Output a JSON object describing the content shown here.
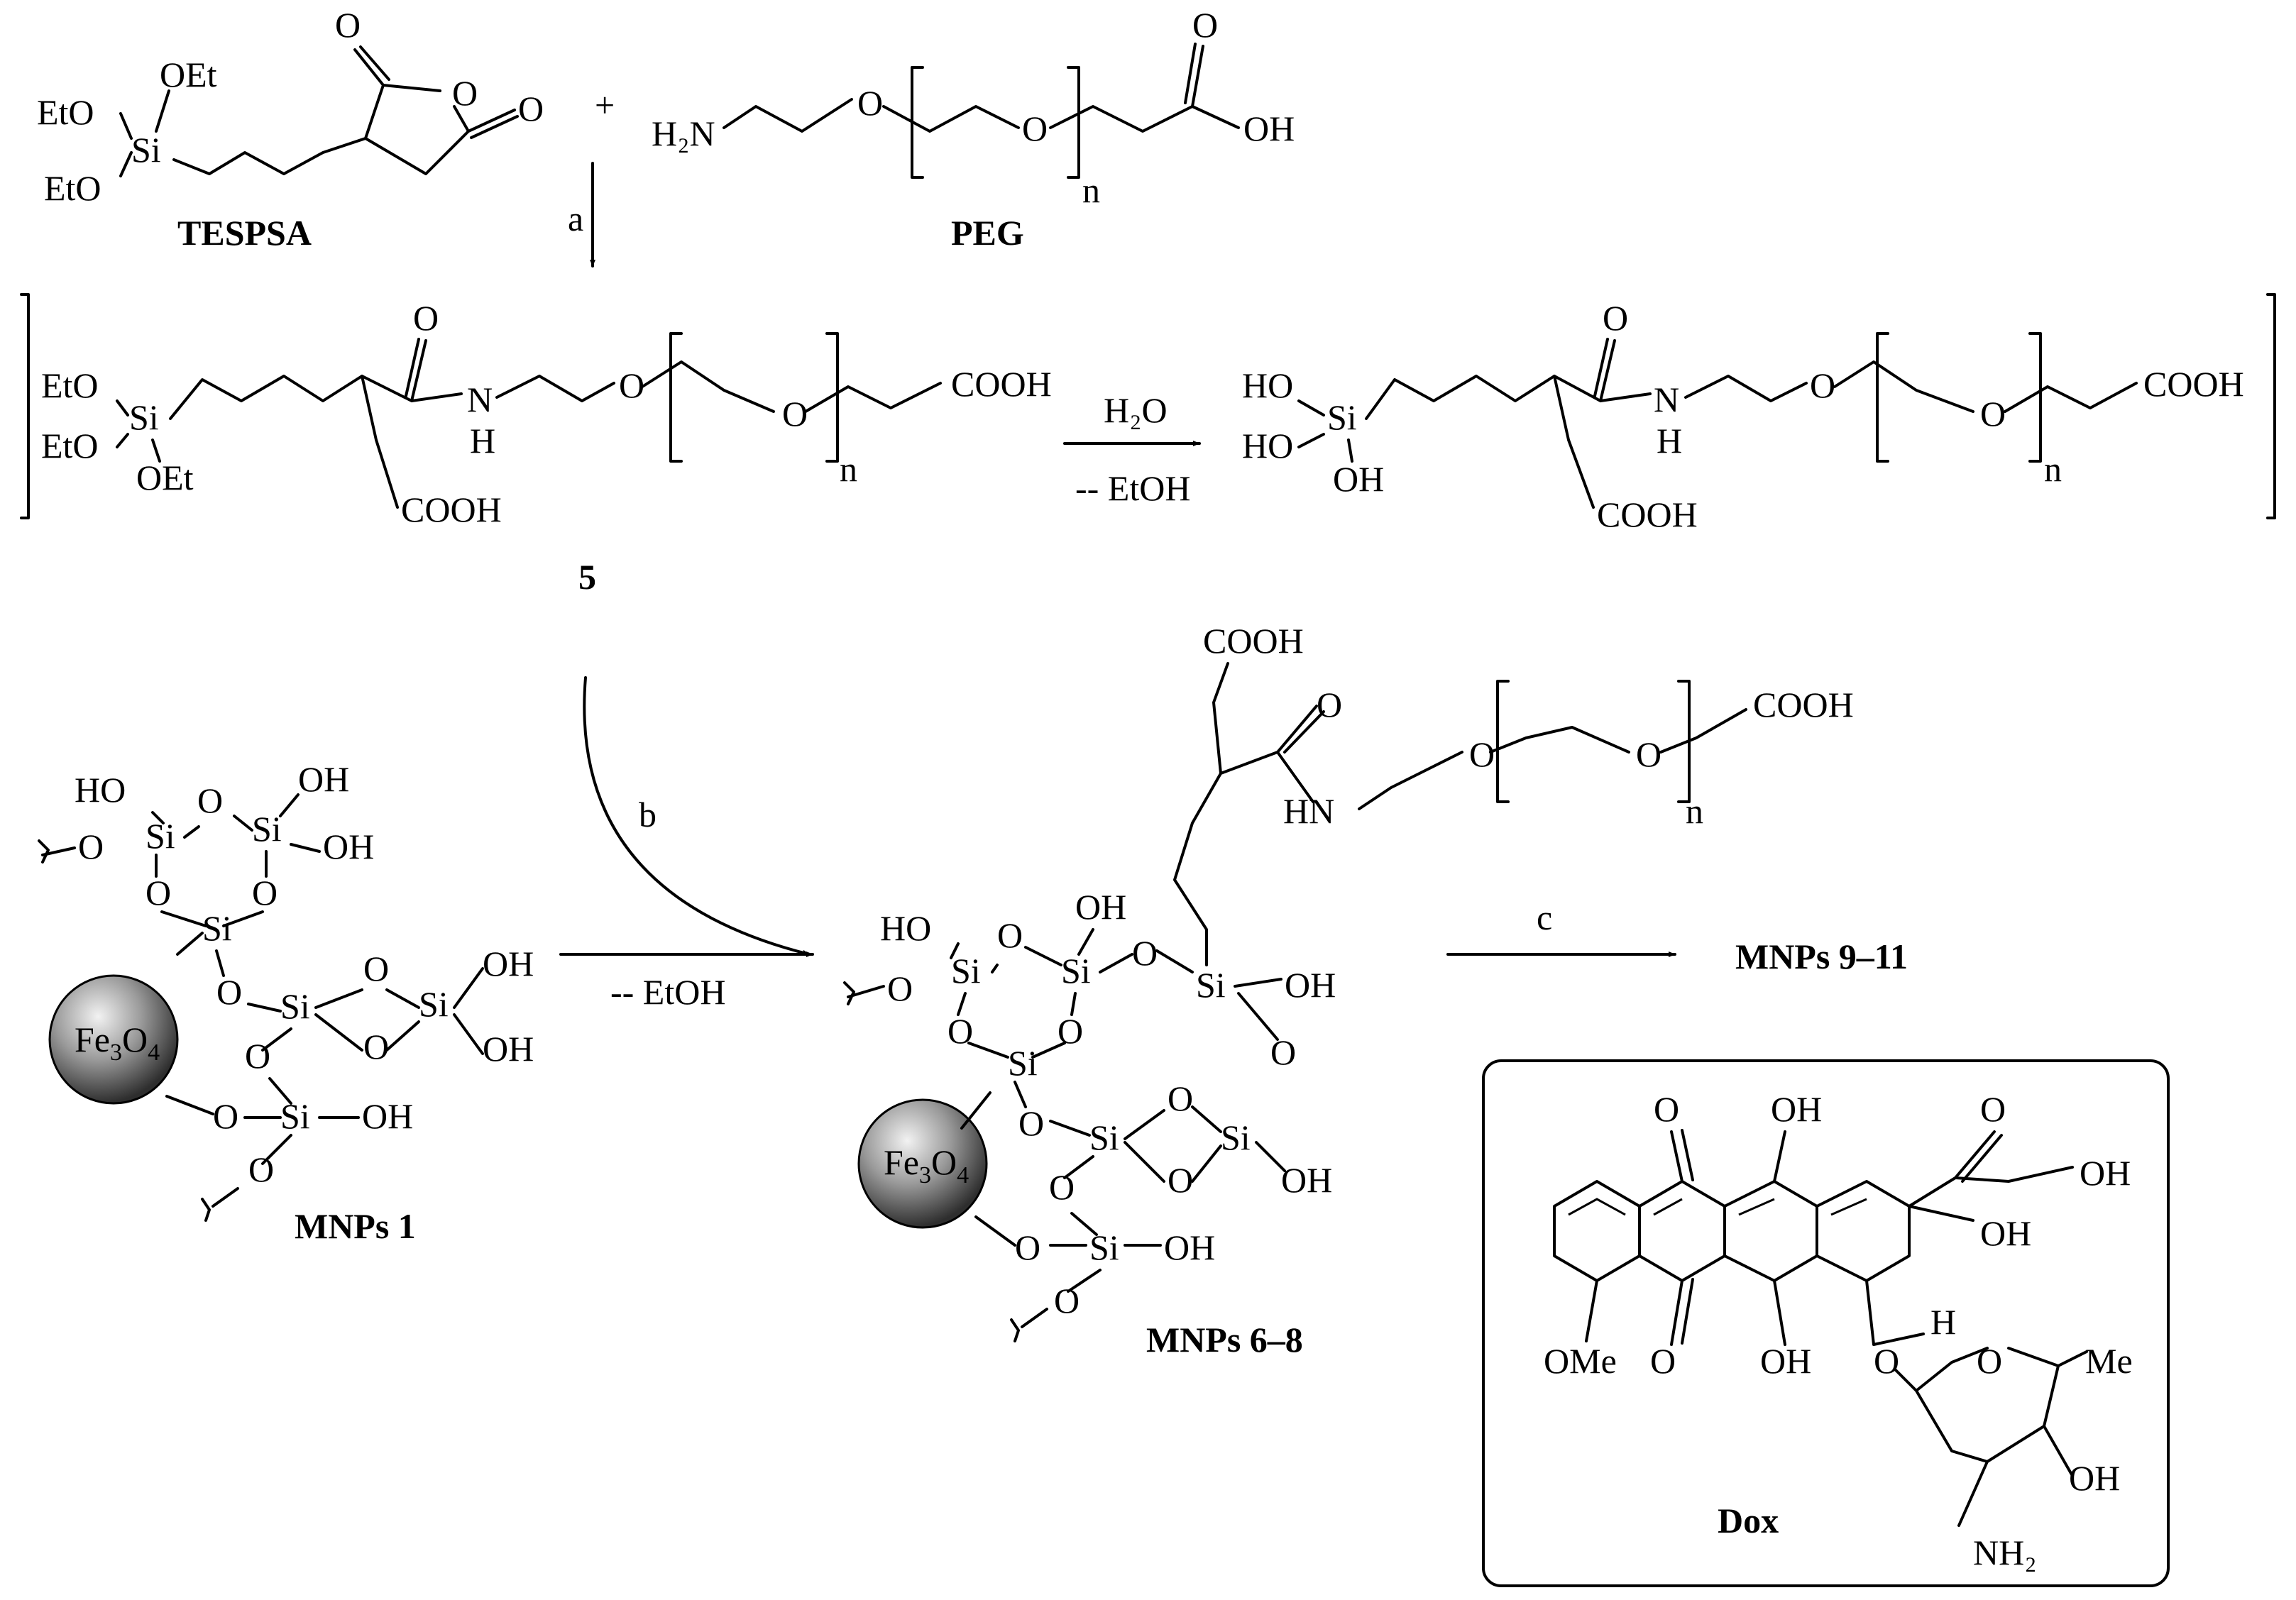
{
  "reagents": {
    "tespsa": {
      "label": "TESPSA",
      "oet_top": "OEt",
      "eto_left": "EtO",
      "si": "Si",
      "eto_bottom": "EtO",
      "o_ring": "O",
      "o_carbonyl_1": "O",
      "o_carbonyl_2": "O"
    },
    "plus": "+",
    "peg": {
      "label": "PEG",
      "h2n": "H₂N",
      "o1": "O",
      "o2": "O",
      "n": "n",
      "oh": "OH",
      "o_carbonyl": "O"
    }
  },
  "steps": {
    "a": "a",
    "b": "b",
    "c": "c"
  },
  "compound5": {
    "label": "5",
    "eto1": "EtO",
    "eto2": "EtO",
    "oet": "OEt",
    "si": "Si",
    "o_carbonyl": "O",
    "nh_n": "N",
    "nh_h": "H",
    "o1": "O",
    "o2": "O",
    "n": "n",
    "cooh_chain": "COOH",
    "cooh_branch": "COOH"
  },
  "hydrolysis": {
    "water": "H₂O",
    "loss": "-- EtOH"
  },
  "silanol": {
    "ho1": "HO",
    "ho2": "HO",
    "oh": "OH",
    "si": "Si",
    "o_carbonyl": "O",
    "nh_n": "N",
    "nh_h": "H",
    "o1": "O",
    "o2": "O",
    "n": "n",
    "cooh_chain": "COOH",
    "cooh_branch": "COOH"
  },
  "mnps1": {
    "label": "MNPs 1",
    "core": "Fe3O4",
    "loss": "-- EtOH"
  },
  "mnps6_8": {
    "label": "MNPs 6–8",
    "core": "Fe3O4",
    "cooh_branch": "COOH",
    "o_carbonyl": "O",
    "hn": "HN",
    "o1": "O",
    "o2": "O",
    "n": "n",
    "cooh_chain": "COOH"
  },
  "product": {
    "label": "MNPs 9–11"
  },
  "dox": {
    "label": "Dox",
    "o_top": "O",
    "oh_top": "OH",
    "o_ketone": "O",
    "oh_side": "OH",
    "oh_ring": "OH",
    "ome": "OMe",
    "o_bottom": "O",
    "oh_bottom": "OH",
    "h": "H",
    "o_glyc": "O",
    "o_sugar": "O",
    "me": "Me",
    "oh_sugar": "OH",
    "nh2": "NH₂"
  },
  "atoms": {
    "si": "Si",
    "o": "O",
    "oh": "OH",
    "ho": "HO"
  }
}
